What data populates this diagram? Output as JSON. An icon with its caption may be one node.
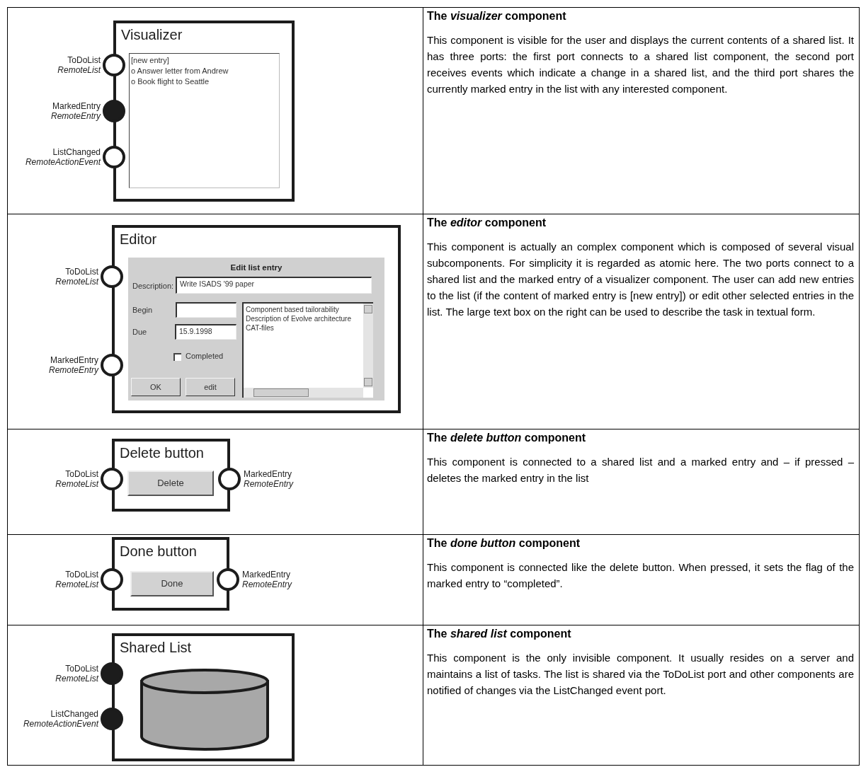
{
  "diagram": {
    "nodes": [
      {
        "text": [
          "Visualizer"
        ]
      },
      {
        "text": [
          "[new entry]",
          "o Answer letter from Andrew",
          "o Book flight to Seattle"
        ],
        "in": 0
      },
      {
        "text": [],
        "shape": "circle",
        "beside": [
          "ToDoList",
          "RemoteList"
        ]
      },
      {
        "text": [],
        "shape": "dot",
        "beside": [
          "MarkedEntry",
          "RemoteEntry"
        ]
      },
      {
        "text": [],
        "shape": "circle",
        "beside": [
          "ListChanged",
          "RemoteActionEvent"
        ]
      },
      {
        "text": [
          "Editor"
        ]
      },
      {
        "text": [
          "Edit list entry"
        ],
        "in": 5
      },
      {
        "text": [
          "Write ISADS '99 paper"
        ],
        "in": 6,
        "beside": [
          "Description:"
        ]
      },
      {
        "text": [],
        "shape": "box",
        "in": 6,
        "beside": [
          "Begin"
        ]
      },
      {
        "text": [
          "15.9.1998"
        ],
        "in": 6,
        "beside": [
          "Due"
        ]
      },
      {
        "text": [],
        "shape": "box",
        "in": 6,
        "beside": [
          "Completed"
        ]
      },
      {
        "text": [
          "Component based tailorability",
          "Description of Evolve architecture",
          "CAT-files"
        ],
        "in": 6
      },
      {
        "text": [
          "OK"
        ],
        "in": 6
      },
      {
        "text": [
          "edit"
        ],
        "in": 6
      },
      {
        "text": [],
        "shape": "circle",
        "beside": [
          "ToDoList",
          "RemoteList"
        ]
      },
      {
        "text": [],
        "shape": "circle",
        "beside": [
          "MarkedEntry",
          "RemoteEntry"
        ]
      },
      {
        "text": [
          "Delete button"
        ]
      },
      {
        "text": [
          "Delete"
        ],
        "in": 16
      },
      {
        "text": [],
        "shape": "circle",
        "beside": [
          "ToDoList",
          "RemoteList"
        ]
      },
      {
        "text": [],
        "shape": "circle",
        "beside": [
          "MarkedEntry",
          "RemoteEntry"
        ]
      },
      {
        "text": [
          "Done button"
        ]
      },
      {
        "text": [
          "Done"
        ],
        "in": 20
      },
      {
        "text": [],
        "shape": "circle",
        "beside": [
          "ToDoList",
          "RemoteList"
        ]
      },
      {
        "text": [],
        "shape": "circle",
        "beside": [
          "MarkedEntry",
          "RemoteEntry"
        ]
      },
      {
        "text": [
          "Shared List"
        ]
      },
      {
        "text": [],
        "shape": "cylinder",
        "in": 24
      },
      {
        "text": [],
        "shape": "dot",
        "beside": [
          "ToDoList",
          "RemoteList"
        ]
      },
      {
        "text": [],
        "shape": "dot",
        "beside": [
          "ListChanged",
          "RemoteActionEvent"
        ]
      }
    ],
    "labels": [
      "The *visualizer* component",
      "This component is visible for the user and displays the current contents of a shared list. It has three ports: the first port connects to a shared list component, the second port receives events which indicate a change in a shared list, and the third port shares the currently marked entry in the list with any interested component.",
      "The *editor* component",
      "This component is actually an complex component which is composed of several visual subcomponents. For simplicity it is regarded as atomic here. The two ports connect to a shared list and the marked entry of a visualizer component. The user can add new entries to the list (if the content of marked entry is [new entry]) or edit other selected entries in the list. The large text box on the right can be used to describe the task in textual form.",
      "The *delete button* component",
      "This component is connected to a shared list and a marked entry and – if pressed – deletes the marked entry in the list",
      "The *done button* component",
      "This component is connected like the delete button. When pressed, it sets the flag of the marked entry to “completed”.",
      "The *shared list* component",
      "This component is the only invisible component. It usually resides on a server and maintains a list of tasks. The list is shared via the ToDoList port and other components are notified of changes via the ListChanged event port."
    ]
  }
}
